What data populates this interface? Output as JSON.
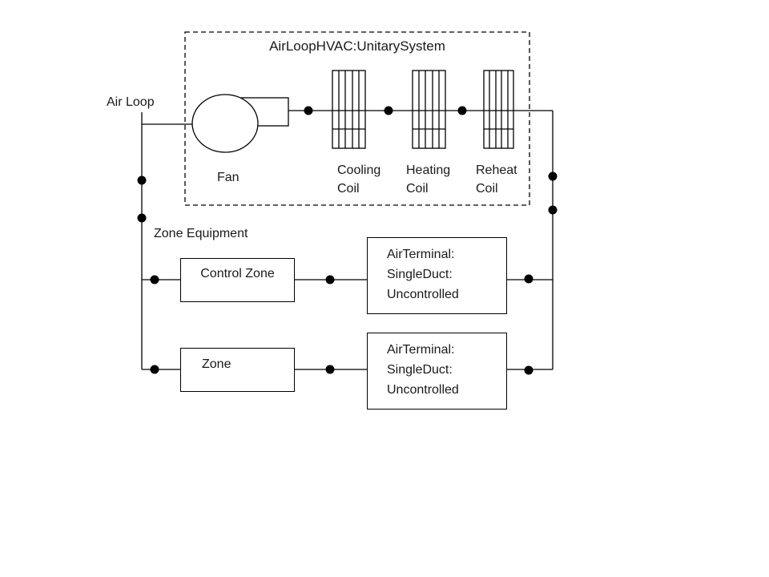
{
  "diagram": {
    "title": "AirLoopHVAC:UnitarySystem",
    "labels": {
      "air_loop": "Air Loop",
      "fan": "Fan",
      "cooling_coil": "Cooling\nCoil",
      "heating_coil": "Heating\nCoil",
      "reheat_coil": "Reheat\nCoil",
      "zone_equipment": "Zone Equipment"
    },
    "boxes": {
      "control_zone": "Control Zone",
      "zone": "Zone",
      "air_terminal_1": "AirTerminal:\nSingleDuct:\nUncontrolled",
      "air_terminal_2": "AirTerminal:\nSingleDuct:\n Uncontrolled"
    },
    "colors": {
      "line": "#000000",
      "text": "#1a1a1a",
      "background": "#ffffff"
    }
  }
}
